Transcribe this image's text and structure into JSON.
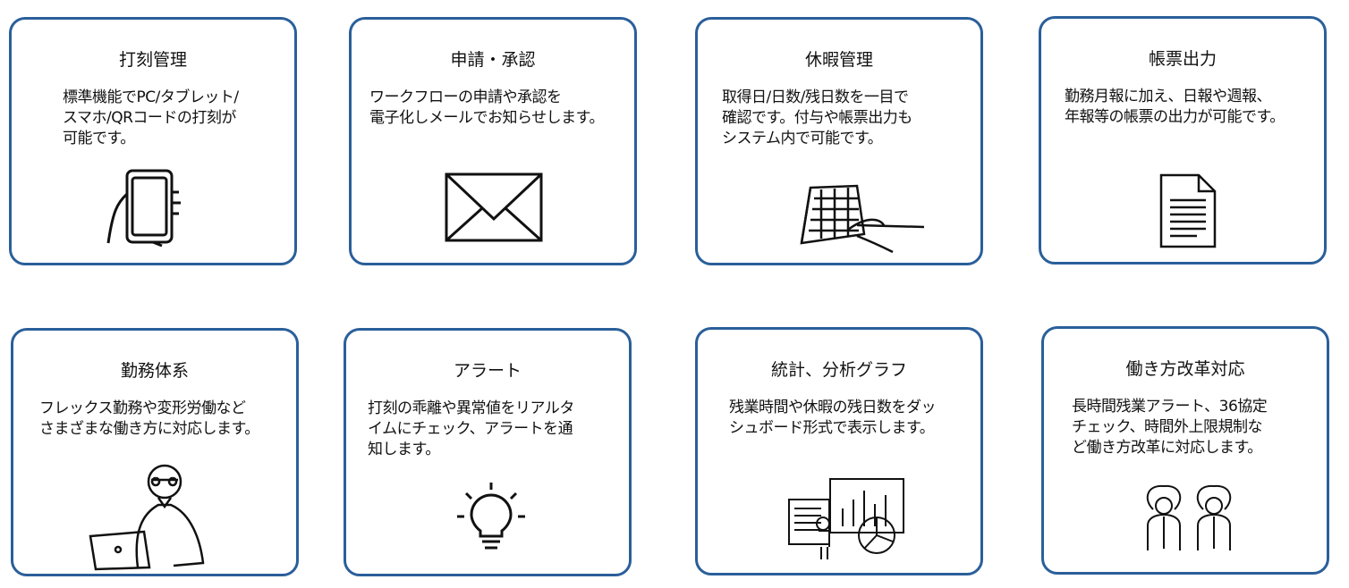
{
  "accent_color": "#2a5f9a",
  "cards": [
    {
      "title": "打刻管理",
      "description": "標準機能でPC/タブレット/\nスマホ/QRコードの打刻が\n可能です。",
      "icon": "tablet-in-hand-icon"
    },
    {
      "title": "申請・承認",
      "description": "ワークフローの申請や承認を\n電子化しメールでお知らせします。",
      "icon": "envelope-icon"
    },
    {
      "title": "休暇管理",
      "description": "取得日/日数/残日数を一目で\n確認です。付与や帳票出力も\nシステム内で可能です。",
      "icon": "calendar-with-pen-icon"
    },
    {
      "title": "帳票出力",
      "description": "勤務月報に加え、日報や週報、\n年報等の帳票の出力が可能です。",
      "icon": "document-icon"
    },
    {
      "title": "勤務体系",
      "description": "フレックス勤務や変形労働など\nさまざまな働き方に対応します。",
      "icon": "person-at-laptop-icon"
    },
    {
      "title": "アラート",
      "description": "打刻の乖離や異常値をリアルタ\nイムにチェック、アラートを通\n知します。",
      "icon": "lightbulb-icon"
    },
    {
      "title": "統計、分析グラフ",
      "description": "残業時間や休暇の残日数をダッ\nシュボード形式で表示します。",
      "icon": "dashboard-charts-icon"
    },
    {
      "title": "働き方改革対応",
      "description": "長時間残業アラート、36協定\nチェック、時間外上限規制な\nど働き方改革に対応します。",
      "icon": "people-making-circle-icon"
    }
  ]
}
